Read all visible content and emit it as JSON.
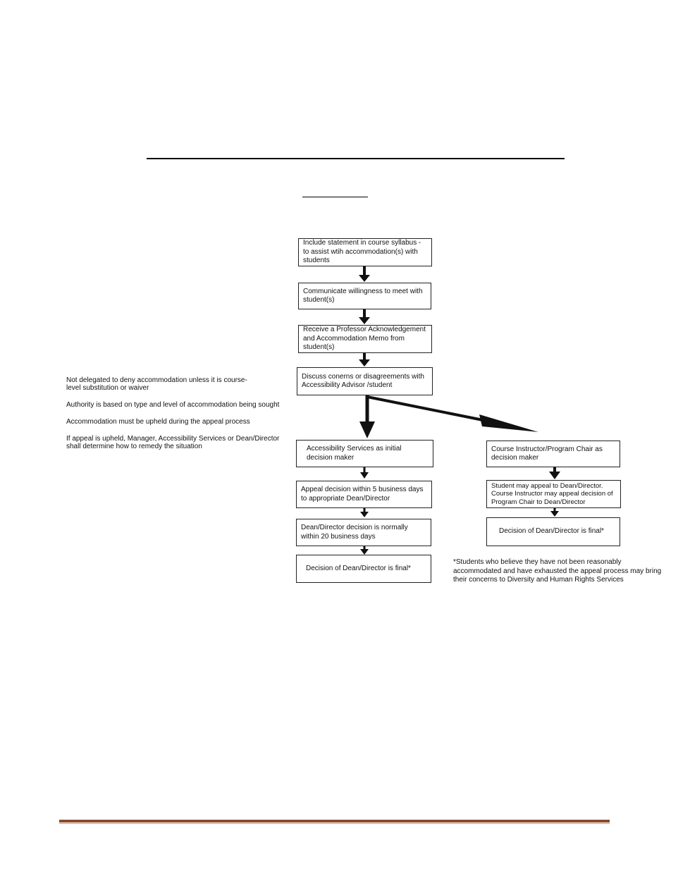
{
  "flowchart": {
    "main_steps": [
      "Include statement in course syllabus  - to assist wtih accommodation(s) with students",
      "Communicate willingness to meet with student(s)",
      "Receive a Professor Acknowledgement and Accommodation Memo from student(s)",
      "Discuss conerns or disagreements with Accessibility Advisor /student"
    ],
    "left_branch": [
      "Accessibility Services as initial decision maker",
      "Appeal decision within 5 business days to appropriate Dean/Director",
      "Dean/Director decision is normally within 20 business days",
      "Decision of Dean/Director is final*"
    ],
    "right_branch": [
      "Course Instructor/Program Chair as decision maker",
      "Student may appeal to Dean/Director. Course Instructor may appeal decision of Program Chair to Dean/Director",
      "Decision of Dean/Director is final*"
    ],
    "side_notes": [
      "Not delegated to deny accommodation unless it is course-level substitution or waiver",
      "Authority is based on type and level of accommodation being sought",
      "Accommodation must be upheld during the appeal process",
      "If appeal is upheld, Manager, Accessibility Services or Dean/Director shall determine how to remedy the situation"
    ],
    "footnote": "*Students who believe they have not been reasonably accommodated and have exhausted the appeal process may bring their concerns to Diversity and Human Rights Services"
  },
  "colors": {
    "footer_rule": "#8a4a2a",
    "box_border": "#222222",
    "arrow": "#111111"
  }
}
